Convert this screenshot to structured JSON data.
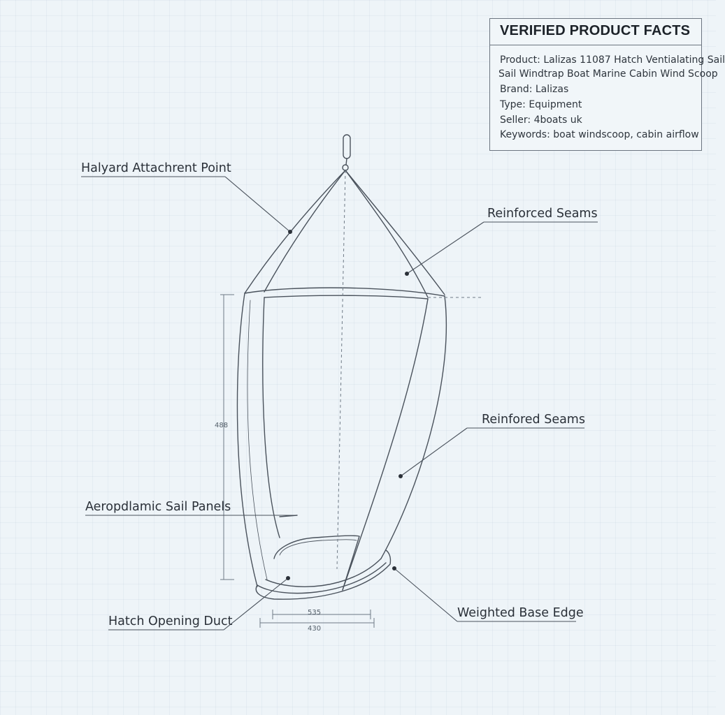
{
  "facts_panel": {
    "title": "VERIFIED PRODUCT FACTS",
    "lines": [
      "Product: Lalizas 11087 Hatch Ventialating Sail",
      "Sail Windtrap Boat Marine Cabin Wind Scoop",
      "Brand: Lalizas",
      "Type: Equipment",
      "Seller: 4boats uk",
      "Keywords: boat windscoop, cabin airflow"
    ]
  },
  "callouts": {
    "halyard": "Halyard Attachrent Point",
    "seams_top": "Reinforced Seams",
    "seams_mid": "Reinfored Seams",
    "panels": "Aeropdlamic Sail Panels",
    "duct": "Hatch Opening Duct",
    "base": "Weighted Base Edge"
  },
  "dimensions": {
    "height": "488",
    "inner_width": "535",
    "outer_width": "430"
  }
}
